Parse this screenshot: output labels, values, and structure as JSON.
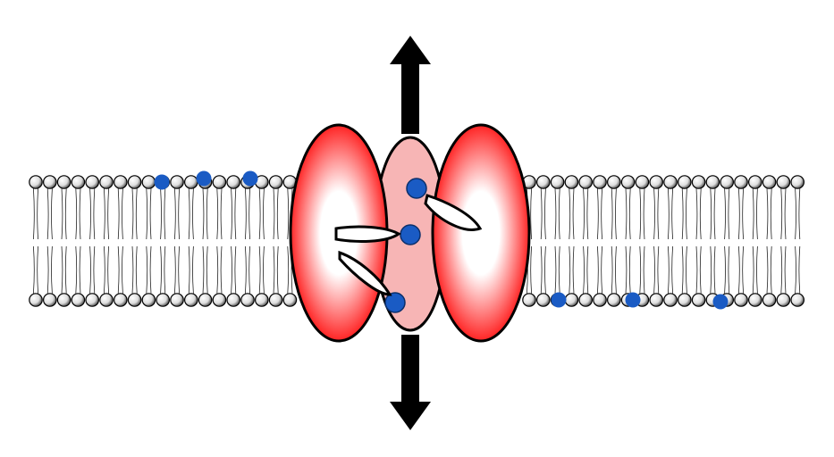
{
  "diagram": {
    "kind": "membrane-protein-schematic",
    "membrane": {
      "label": "",
      "head_fill": "#ffffff",
      "head_stroke": "#000000",
      "tail_stroke": "#222222",
      "lipid_marker_color": "#1a5bc4"
    },
    "protein": {
      "label": "",
      "outer_subunit_edge": "#ff0000",
      "outer_subunit_center": "#ffffff",
      "inner_subunit_fill": "#f7b5b5",
      "outline": "#000000",
      "bound_ligand_color": "#1a5bc4"
    },
    "arrows": {
      "color": "#000000",
      "directions": [
        "up",
        "down"
      ]
    }
  }
}
